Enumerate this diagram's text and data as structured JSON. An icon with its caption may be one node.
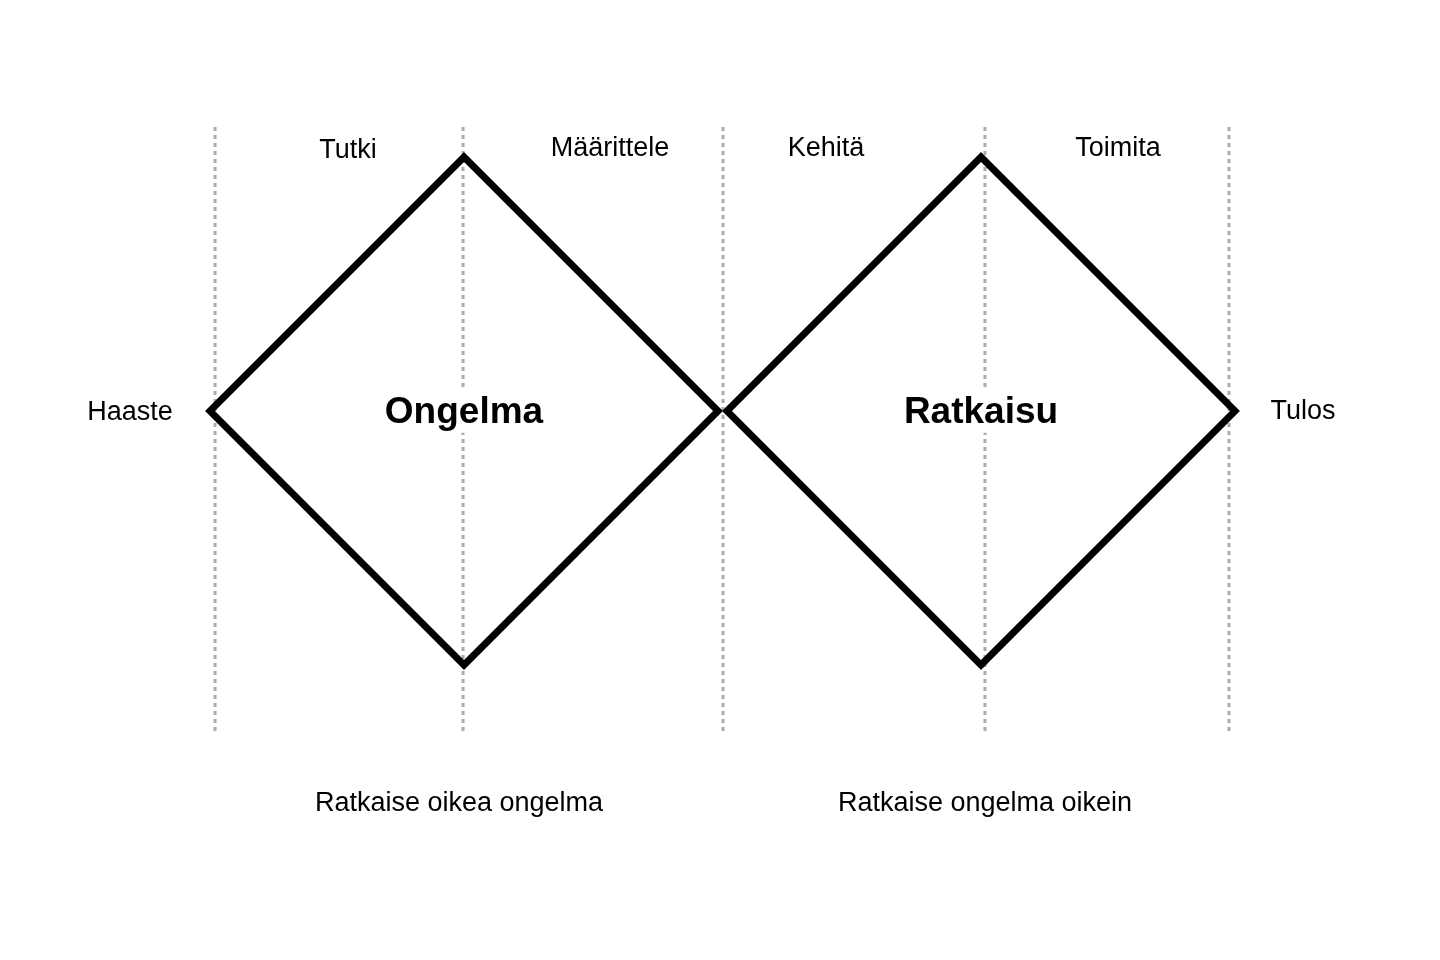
{
  "diagram": {
    "nodes": [
      {
        "text": [
          "Ongelma"
        ]
      },
      {
        "text": [
          "Ratkaisu"
        ]
      }
    ],
    "labels": [
      "Tutki",
      "Määrittele",
      "Kehitä",
      "Toimita",
      "Haaste",
      "Tulos",
      "Ratkaise oikea ongelma",
      "Ratkaise ongelma oikein"
    ]
  }
}
